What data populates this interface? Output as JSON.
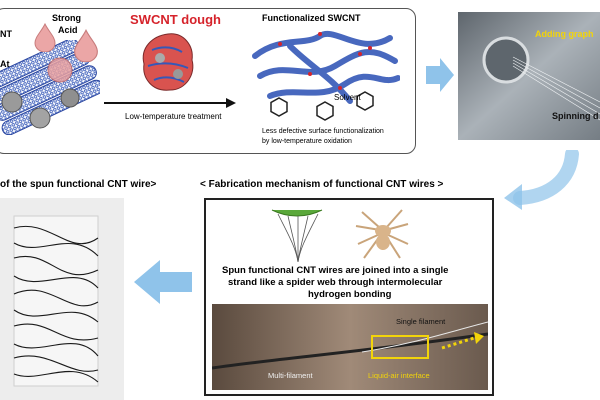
{
  "top_panel": {
    "label_cnt": "NT",
    "label_strong": "Strong",
    "label_acid": "Acid",
    "label_swcnt_dough": "SWCNT dough",
    "label_functionalized": "Functionalized SWCNT",
    "label_at": "At",
    "label_low_temp": "Low-temperature treatment",
    "label_solvent": "Solvent",
    "caption_line1": "Less defective surface functionalization",
    "caption_line2": "by low-temperature oxidation"
  },
  "top_right_photo": {
    "label_adding": "Adding graph",
    "label_spinning": "Spinning d"
  },
  "left_heading": "of the spun functional CNT wire>",
  "middle_heading": "< Fabrication mechanism of functional CNT wires >",
  "mechanism_box": {
    "text_line1": "Spun functional CNT wires are joined into a single",
    "text_line2": "strand like a spider web through intermolecular",
    "text_line3": "hydrogen bonding",
    "label_single": "Single filament",
    "label_multi": "Multi-filament",
    "label_interface": "Liquid-air interface"
  },
  "colors": {
    "swcnt_red": "#d6232b",
    "highlight_yellow": "#f2d40a",
    "arrow_blue": "#8fc3ea",
    "nanotube_blue": "#3558b8"
  }
}
